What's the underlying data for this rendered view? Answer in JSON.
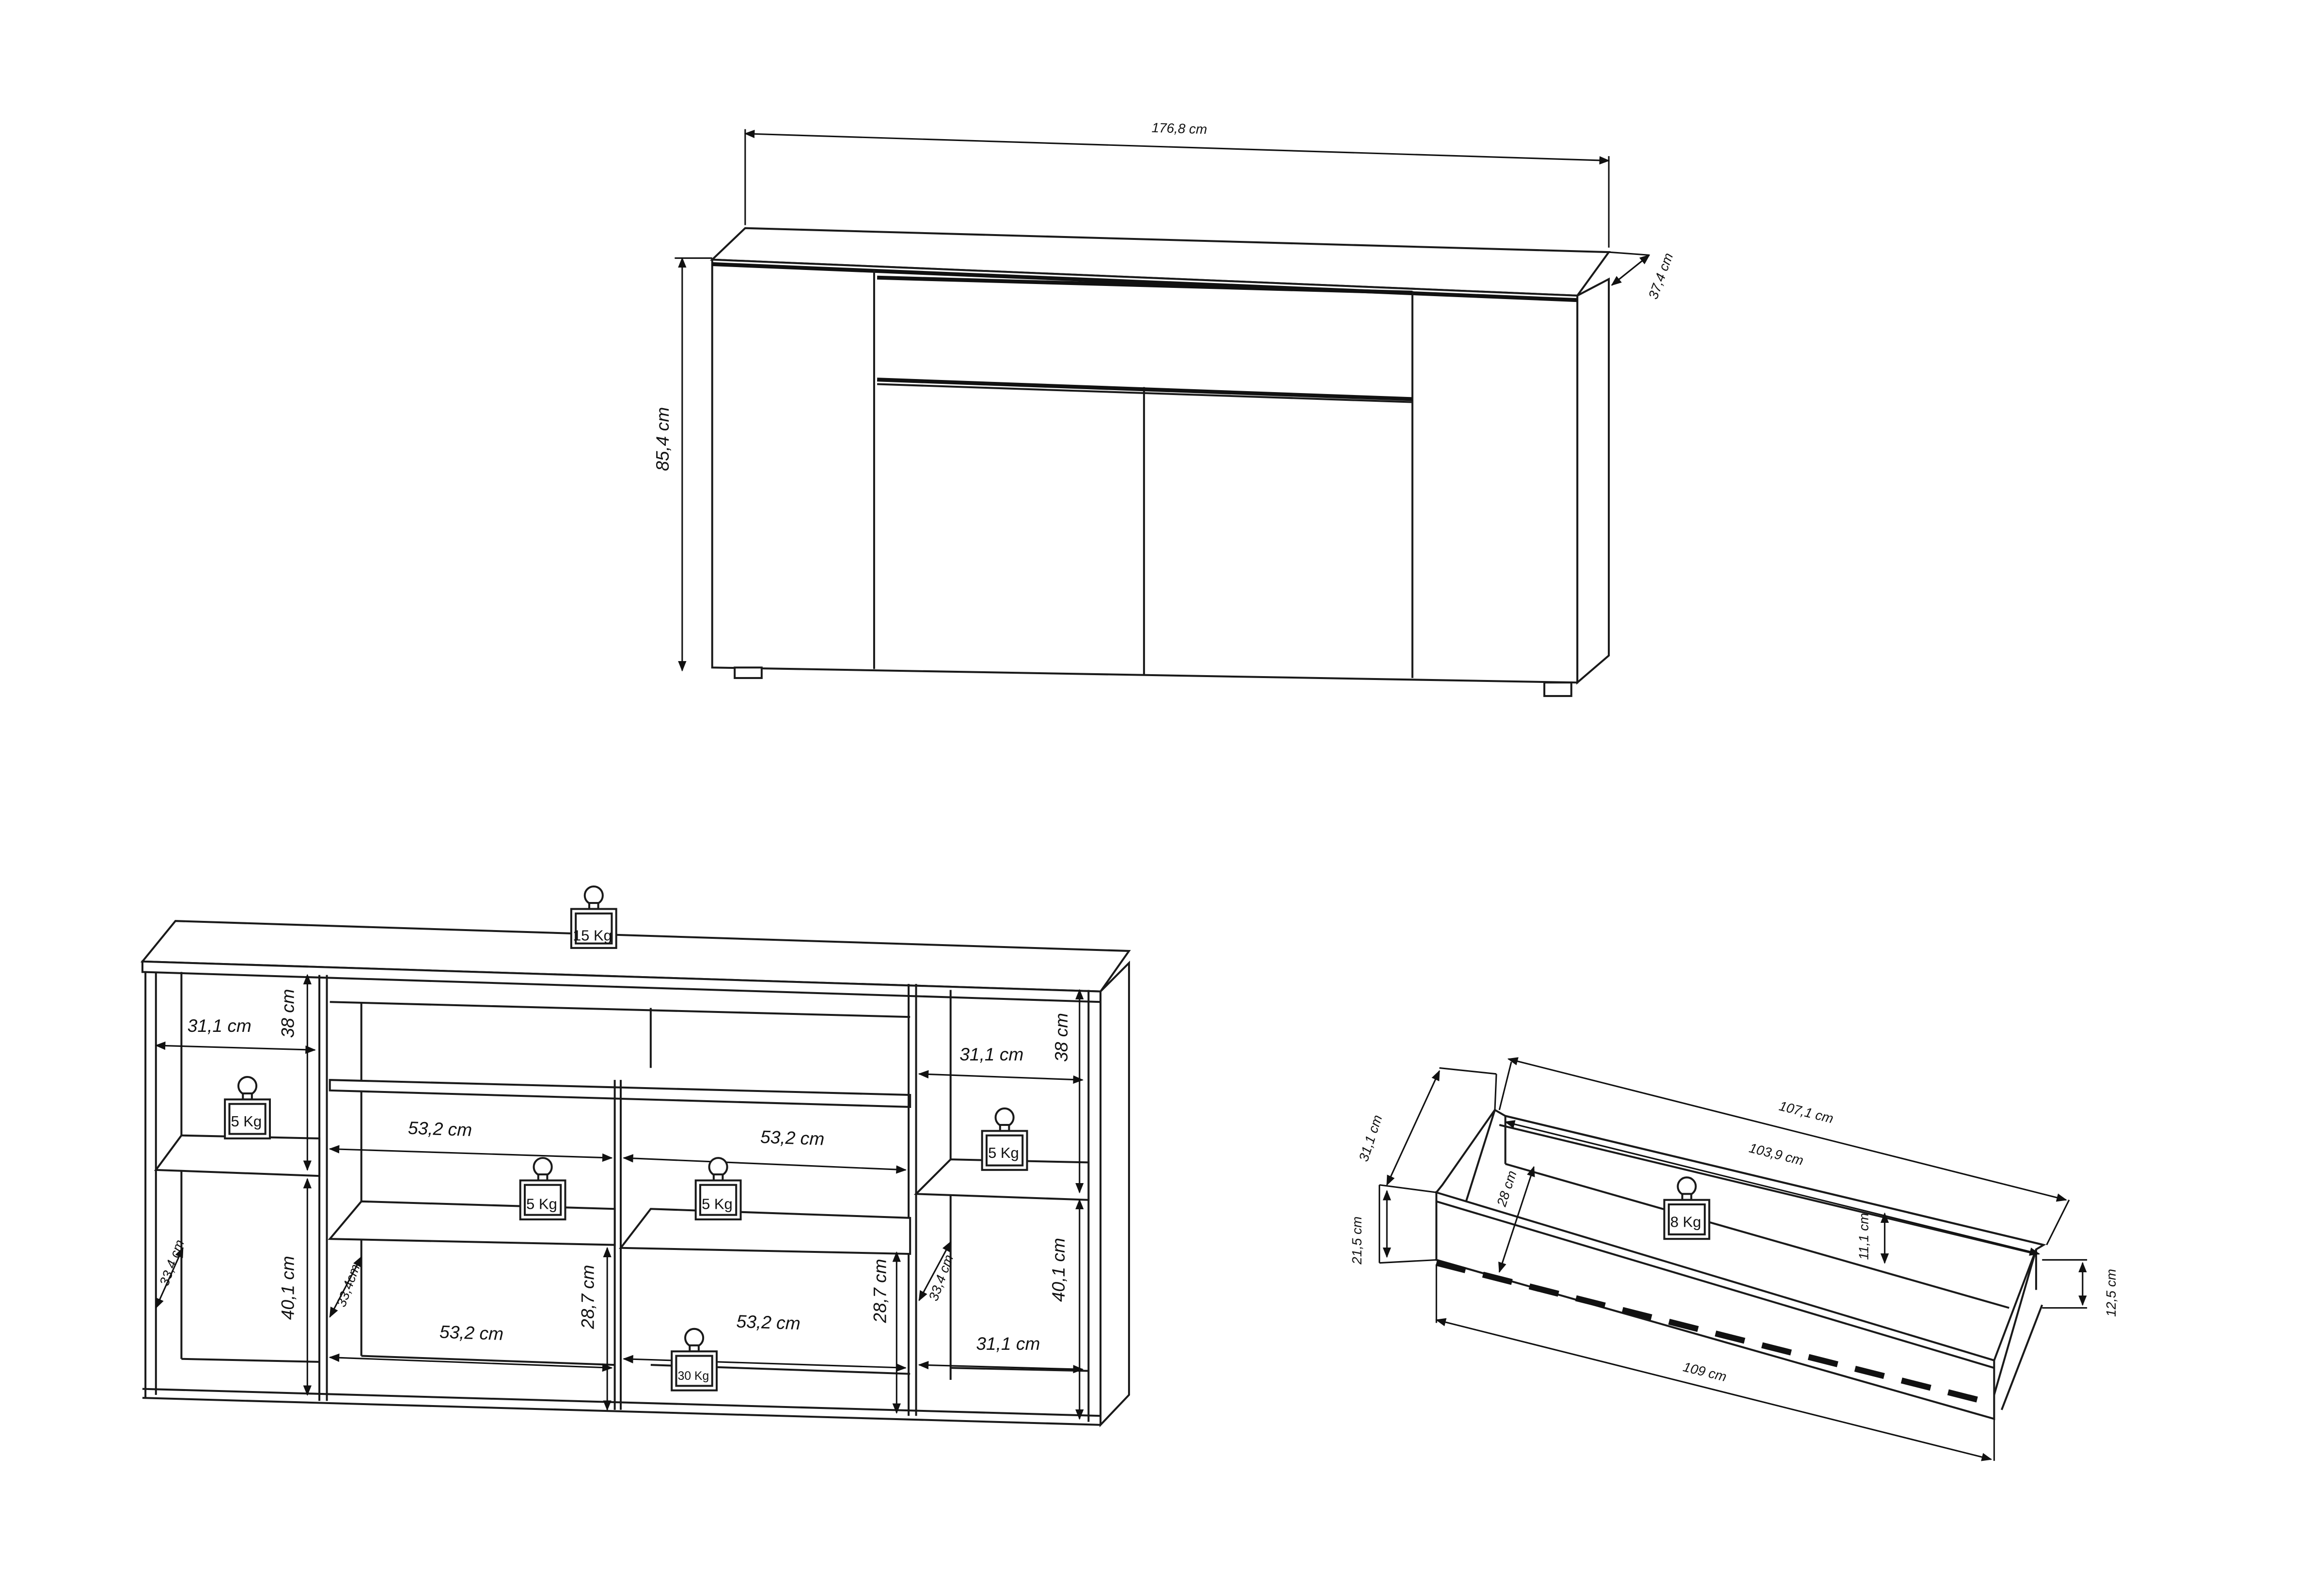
{
  "front_view": {
    "width": "176,8 cm",
    "height": "85,4 cm",
    "depth": "37,4 cm"
  },
  "open_view": {
    "top_load": "15 Kg",
    "left_upper_width": "31,1 cm",
    "left_upper_height": "38 cm",
    "left_upper_load": "5 Kg",
    "left_lower_depth": "33,4 cm",
    "left_lower_height": "40,1 cm",
    "mid_left_upper_width": "53,2 cm",
    "mid_left_load": "5 Kg",
    "mid_left_lower_depth": "33,4cm",
    "mid_left_lower_width": "53,2 cm",
    "mid_left_lower_height": "28,7 cm",
    "mid_right_upper_width": "53,2 cm",
    "mid_right_load": "5 Kg",
    "mid_right_lower_width": "53,2 cm",
    "bottom_load": "30 Kg",
    "mid_right_lower_height": "28,7 cm",
    "right_upper_width": "31,1 cm",
    "right_upper_height": "38 cm",
    "right_upper_load": "5 Kg",
    "right_lower_depth": "33,4 cm",
    "right_lower_height": "40,1 cm",
    "right_lower_width": "31,1 cm"
  },
  "drawer_view": {
    "outer_length": "107,1 cm",
    "inner_length": "103,9 cm",
    "depth": "31,1 cm",
    "front_height": "21,5 cm",
    "inner_depth": "28 cm",
    "load": "8 Kg",
    "inner_height": "11,1 cm",
    "side_height": "12,5 cm",
    "front_length": "109 cm"
  }
}
